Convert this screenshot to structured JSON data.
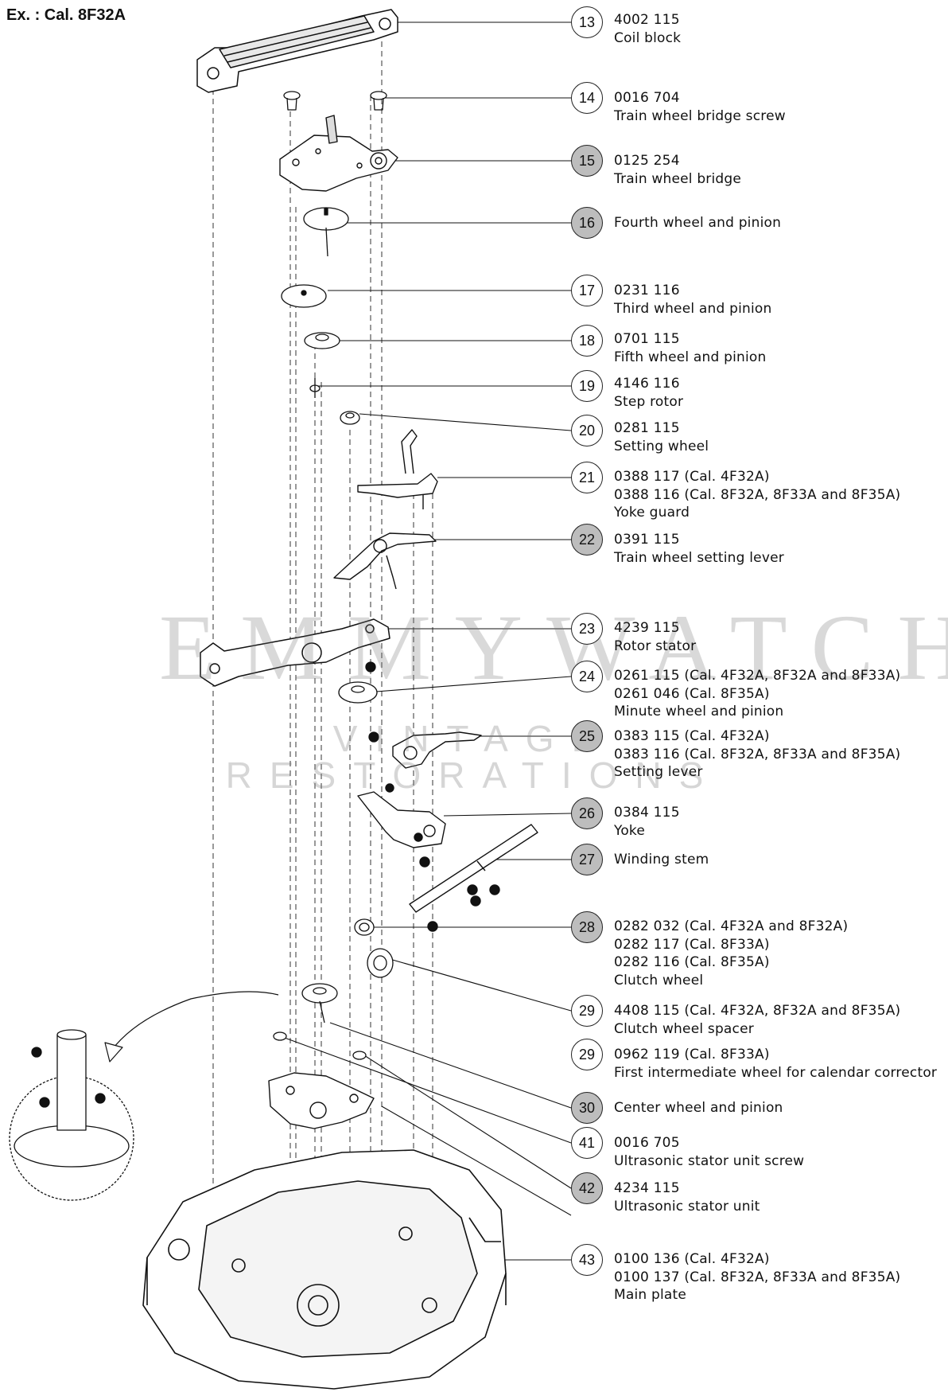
{
  "header": {
    "example_label": "Ex. : Cal. 8F32A"
  },
  "watermark": {
    "main": "EMMYWATCH",
    "sub": "VINTAGE RESTORATIONS"
  },
  "parts": [
    {
      "number": "13",
      "shaded": false,
      "lines": [
        "4002 115",
        "Coil block"
      ]
    },
    {
      "number": "14",
      "shaded": false,
      "lines": [
        "0016 704",
        "Train wheel bridge screw"
      ]
    },
    {
      "number": "15",
      "shaded": true,
      "lines": [
        "0125 254",
        "Train wheel bridge"
      ]
    },
    {
      "number": "16",
      "shaded": true,
      "lines": [
        "Fourth wheel and pinion"
      ]
    },
    {
      "number": "17",
      "shaded": false,
      "lines": [
        "0231 116",
        "Third wheel and pinion"
      ]
    },
    {
      "number": "18",
      "shaded": false,
      "lines": [
        "0701 115",
        "Fifth wheel and pinion"
      ]
    },
    {
      "number": "19",
      "shaded": false,
      "lines": [
        "4146 116",
        "Step rotor"
      ]
    },
    {
      "number": "20",
      "shaded": false,
      "lines": [
        "0281 115",
        "Setting wheel"
      ]
    },
    {
      "number": "21",
      "shaded": false,
      "lines": [
        "0388 117 (Cal. 4F32A)",
        "0388 116 (Cal. 8F32A, 8F33A and 8F35A)",
        "Yoke guard"
      ]
    },
    {
      "number": "22",
      "shaded": true,
      "lines": [
        "0391 115",
        "Train wheel setting lever"
      ]
    },
    {
      "number": "23",
      "shaded": false,
      "lines": [
        "4239 115",
        "Rotor stator"
      ]
    },
    {
      "number": "24",
      "shaded": false,
      "lines": [
        "0261 115 (Cal. 4F32A, 8F32A and 8F33A)",
        "0261 046 (Cal. 8F35A)",
        "Minute wheel and pinion"
      ]
    },
    {
      "number": "25",
      "shaded": true,
      "lines": [
        "0383 115 (Cal. 4F32A)",
        "0383 116 (Cal. 8F32A, 8F33A and 8F35A)",
        "Setting lever"
      ]
    },
    {
      "number": "26",
      "shaded": true,
      "lines": [
        "0384 115",
        "Yoke"
      ]
    },
    {
      "number": "27",
      "shaded": true,
      "lines": [
        "Winding stem"
      ]
    },
    {
      "number": "28",
      "shaded": true,
      "lines": [
        "0282 032 (Cal. 4F32A and 8F32A)",
        "0282 117 (Cal. 8F33A)",
        "0282 116 (Cal. 8F35A)",
        "Clutch wheel"
      ]
    },
    {
      "number": "29",
      "shaded": false,
      "lines": [
        "4408 115 (Cal. 4F32A, 8F32A and 8F35A)",
        "Clutch wheel spacer"
      ]
    },
    {
      "number": "29",
      "shaded": false,
      "lines": [
        "0962 119 (Cal. 8F33A)",
        "First intermediate wheel for calendar corrector"
      ]
    },
    {
      "number": "30",
      "shaded": true,
      "lines": [
        "Center wheel and pinion"
      ]
    },
    {
      "number": "41",
      "shaded": false,
      "lines": [
        "0016 705",
        "Ultrasonic stator unit screw"
      ]
    },
    {
      "number": "42",
      "shaded": true,
      "lines": [
        "4234 115",
        "Ultrasonic stator unit"
      ]
    },
    {
      "number": "43",
      "shaded": false,
      "lines": [
        "0100 136 (Cal. 4F32A)",
        "0100 137 (Cal. 8F32A, 8F33A and 8F35A)",
        "Main plate"
      ]
    }
  ]
}
